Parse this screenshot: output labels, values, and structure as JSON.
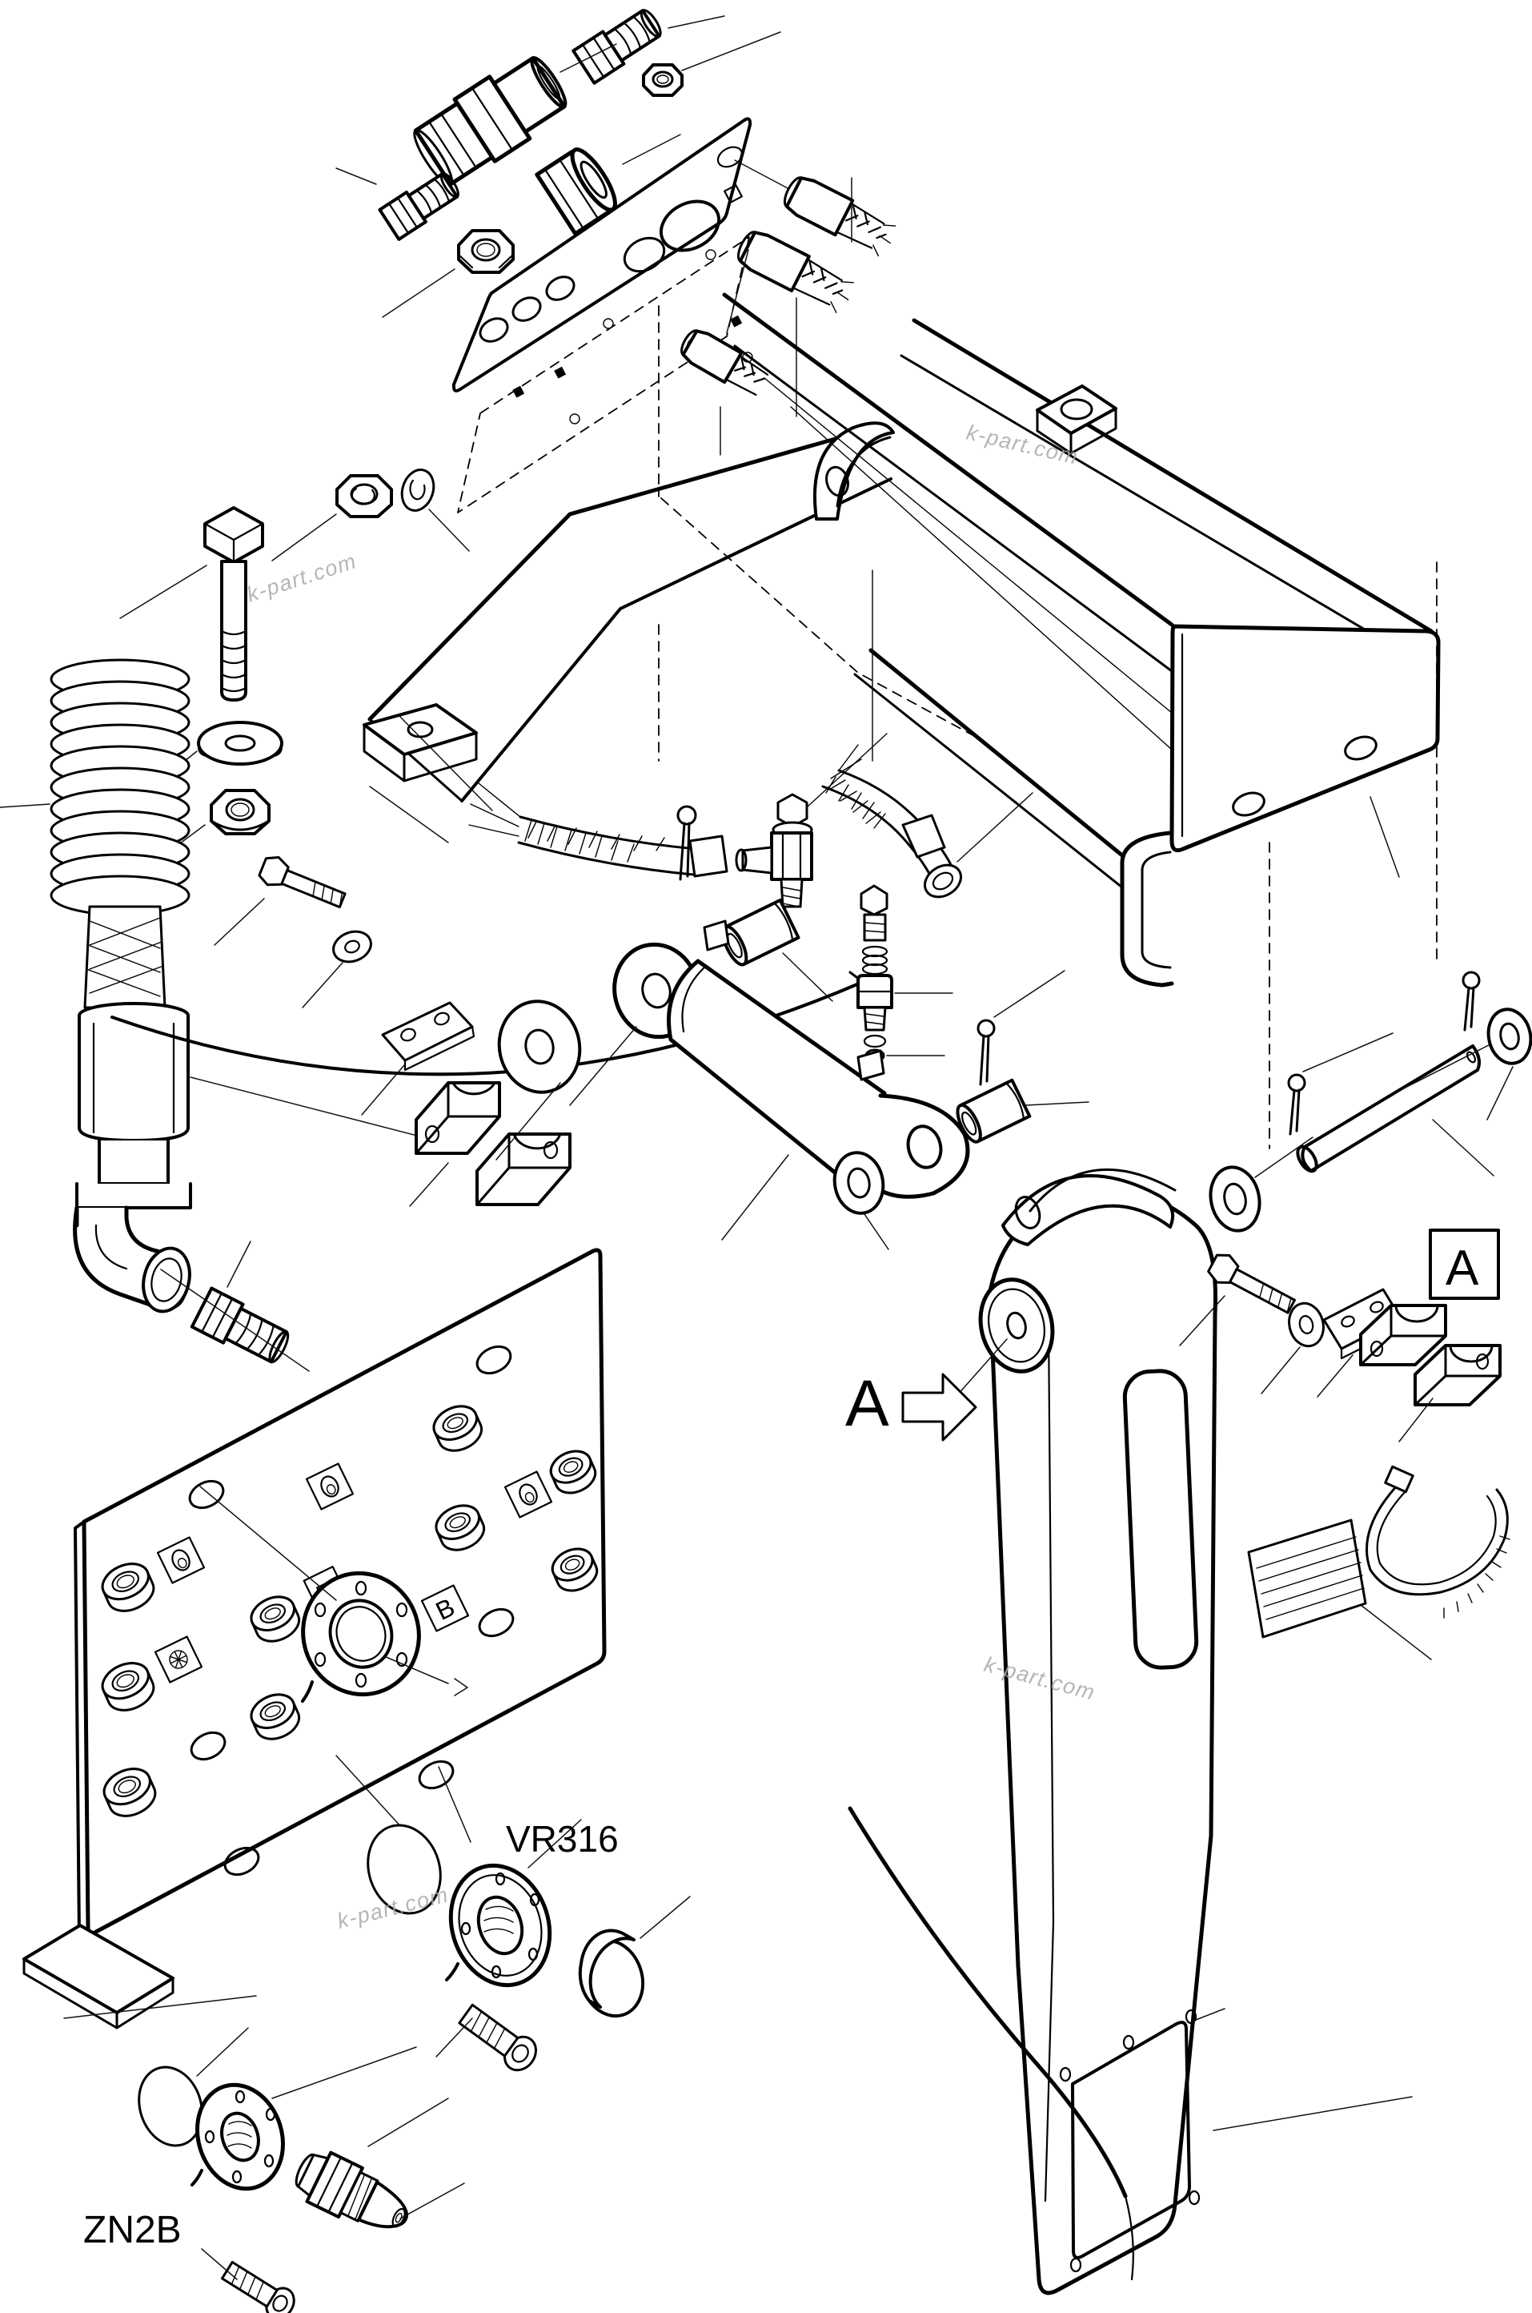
{
  "diagram": {
    "type": "exploded-parts-diagram",
    "labels": {
      "view_arrow": "A",
      "detail_box": "A",
      "coupling_vr": "VR316",
      "coupling_zn": "ZN2B",
      "panel_marker": "B"
    },
    "watermark": {
      "text": "k-part.com"
    },
    "colors": {
      "line": "#000000",
      "background": "#ffffff",
      "watermark": "#a9a9a9"
    },
    "parts": [
      "hydraulic-fitting-set",
      "manifold-strip-plate",
      "braided-hose-ends",
      "main-frame-weldment",
      "hex-bolt",
      "flat-washer",
      "flange-nut",
      "jam-nut",
      "coiled-hose",
      "elbow-fitting",
      "hose-nipple",
      "clamp-screw-set",
      "pipe-clamp-halves",
      "hydraulic-cylinder",
      "braided-hoses",
      "tee-fitting",
      "valve-cartridge",
      "spring",
      "clevis-pin",
      "cotter-pin",
      "bushing",
      "support-leg",
      "pivot-pin",
      "clamp-kit",
      "cable-tie",
      "instruction-label",
      "mounting-panel",
      "weld-nut",
      "cover-flange",
      "vr316-coupling",
      "zn2b-coupling",
      "socket-head-screw"
    ]
  }
}
